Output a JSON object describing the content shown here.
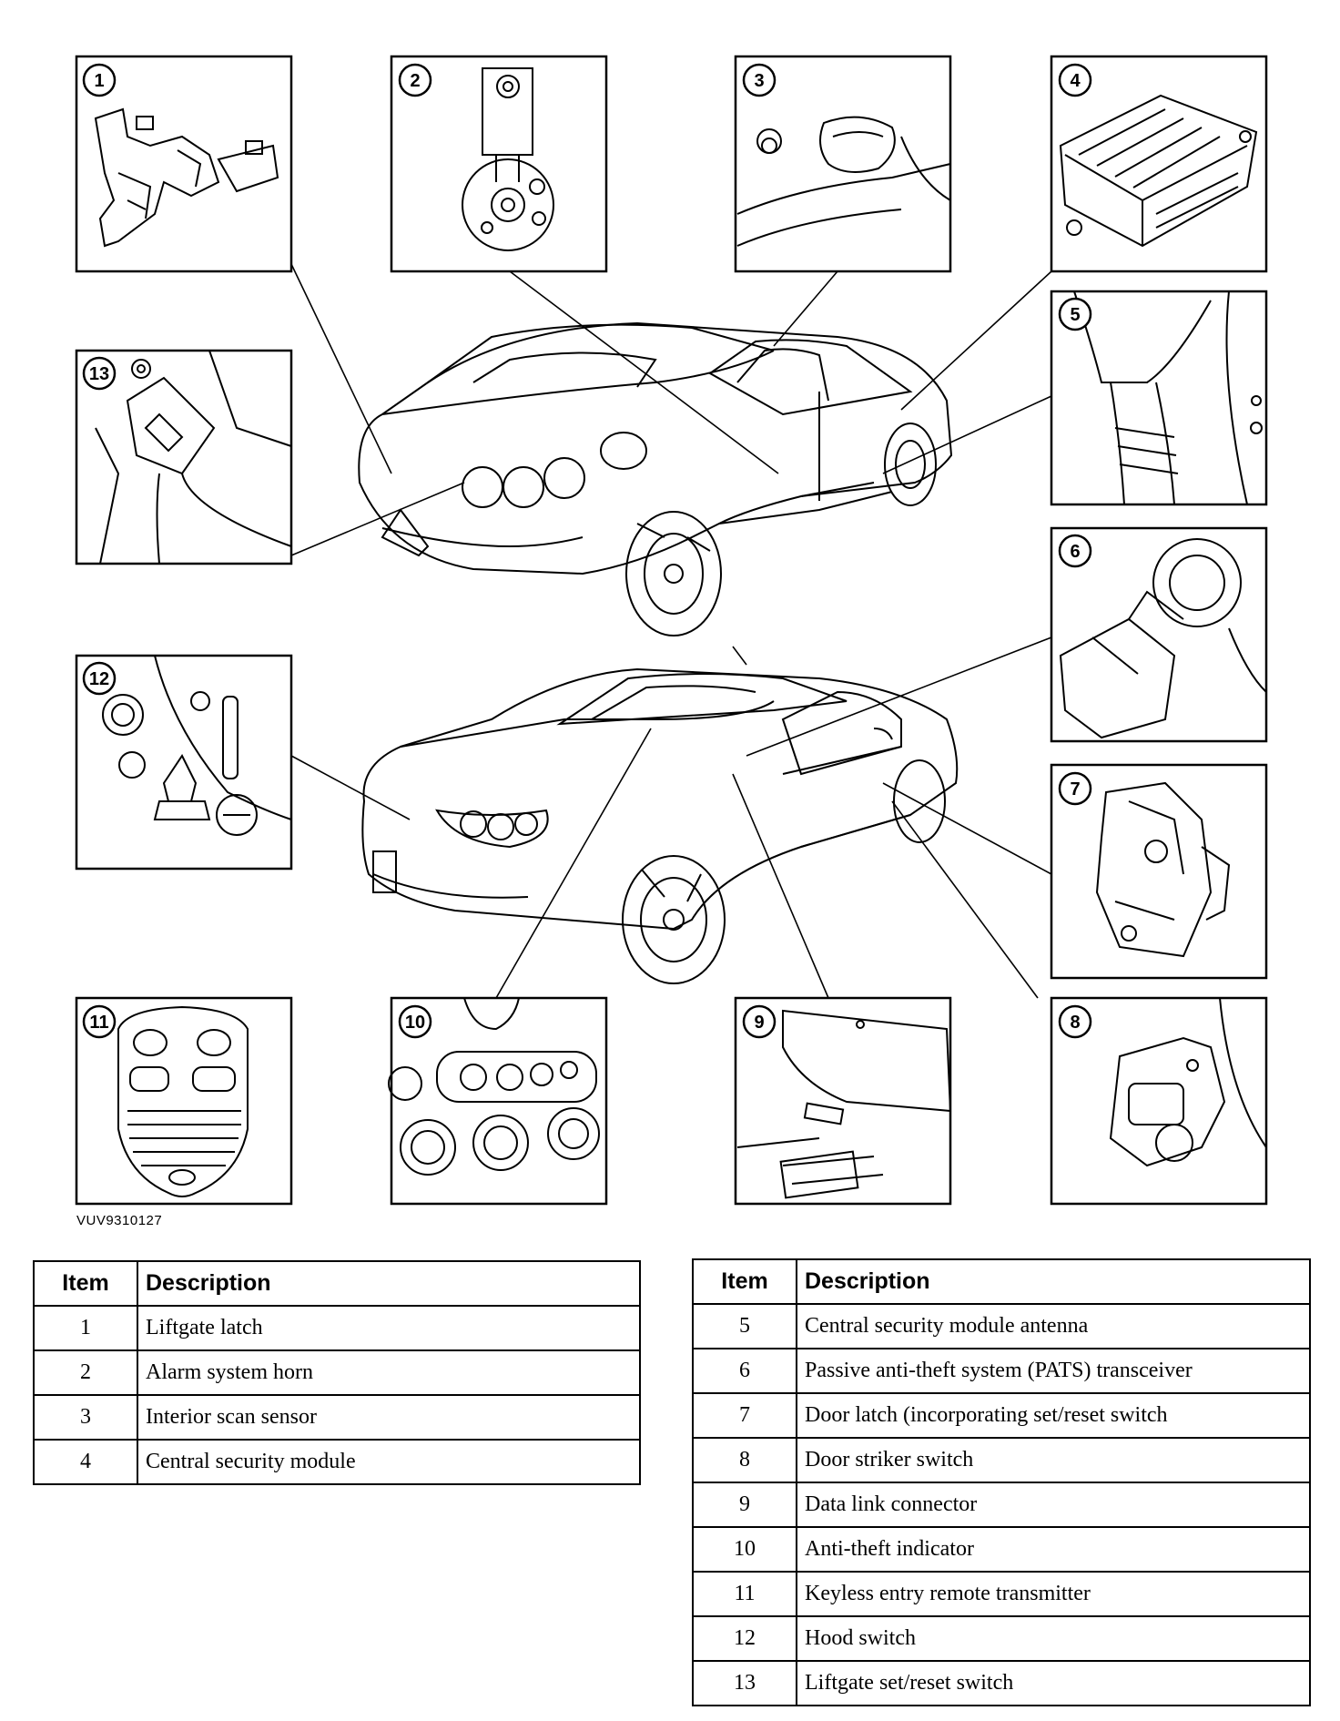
{
  "figure": {
    "id": "VUV9310127",
    "callouts": [
      "1",
      "2",
      "3",
      "4",
      "5",
      "6",
      "7",
      "8",
      "9",
      "10",
      "11",
      "12",
      "13"
    ]
  },
  "legend_left": {
    "headers": [
      "Item",
      "Description"
    ],
    "rows": [
      {
        "item": "1",
        "description": "Liftgate latch"
      },
      {
        "item": "2",
        "description": "Alarm system horn"
      },
      {
        "item": "3",
        "description": "Interior scan sensor"
      },
      {
        "item": "4",
        "description": "Central security module"
      }
    ]
  },
  "legend_right": {
    "headers": [
      "Item",
      "Description"
    ],
    "rows": [
      {
        "item": "5",
        "description": "Central security module antenna"
      },
      {
        "item": "6",
        "description": "Passive anti-theft system (PATS) transceiver"
      },
      {
        "item": "7",
        "description": "Door latch (incorporating set/reset switch"
      },
      {
        "item": "8",
        "description": "Door striker switch"
      },
      {
        "item": "9",
        "description": "Data link connector"
      },
      {
        "item": "10",
        "description": "Anti-theft indicator"
      },
      {
        "item": "11",
        "description": "Keyless entry remote transmitter"
      },
      {
        "item": "12",
        "description": "Hood switch"
      },
      {
        "item": "13",
        "description": "Liftgate set/reset switch"
      }
    ]
  }
}
